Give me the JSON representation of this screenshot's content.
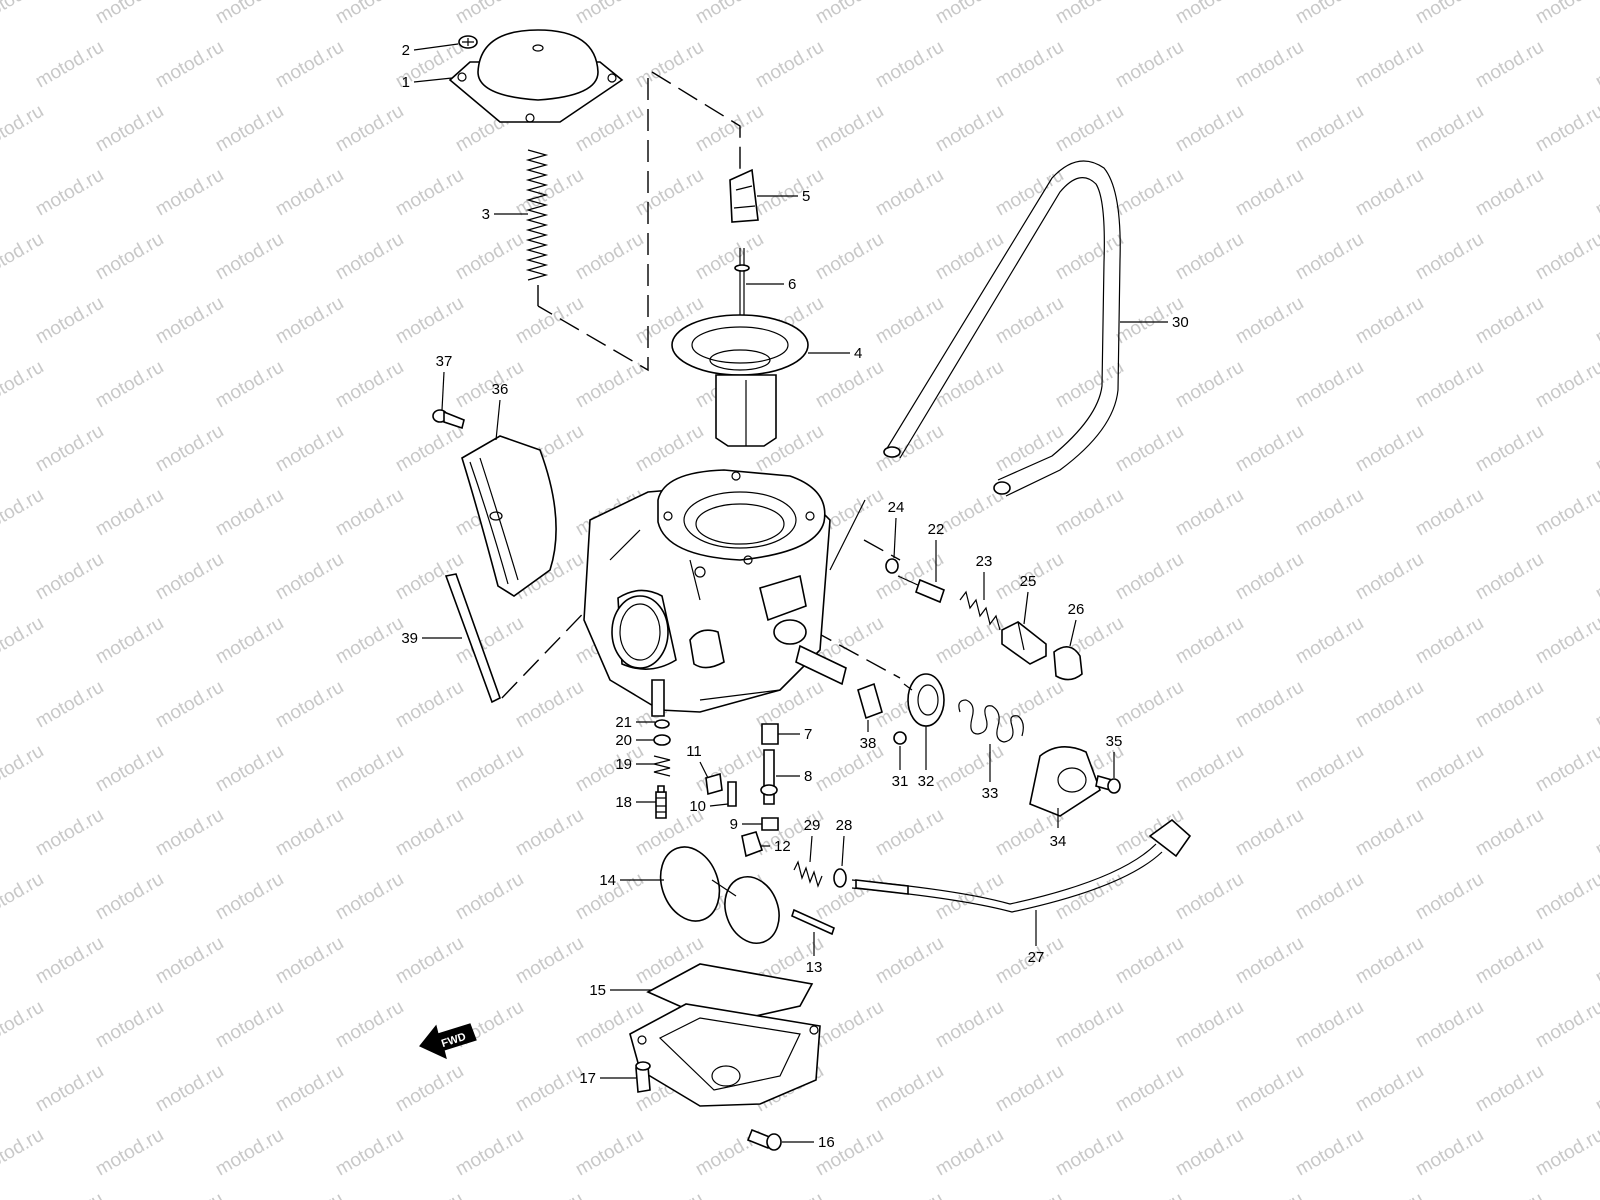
{
  "watermark": "motod.ru",
  "fwd_label": "FWD",
  "callouts": [
    {
      "id": "1",
      "label": "1"
    },
    {
      "id": "2",
      "label": "2"
    },
    {
      "id": "3",
      "label": "3"
    },
    {
      "id": "4",
      "label": "4"
    },
    {
      "id": "5",
      "label": "5"
    },
    {
      "id": "6",
      "label": "6"
    },
    {
      "id": "7",
      "label": "7"
    },
    {
      "id": "8",
      "label": "8"
    },
    {
      "id": "9",
      "label": "9"
    },
    {
      "id": "10",
      "label": "10"
    },
    {
      "id": "11",
      "label": "11"
    },
    {
      "id": "12",
      "label": "12"
    },
    {
      "id": "13",
      "label": "13"
    },
    {
      "id": "14",
      "label": "14"
    },
    {
      "id": "15",
      "label": "15"
    },
    {
      "id": "16",
      "label": "16"
    },
    {
      "id": "17",
      "label": "17"
    },
    {
      "id": "18",
      "label": "18"
    },
    {
      "id": "19",
      "label": "19"
    },
    {
      "id": "20",
      "label": "20"
    },
    {
      "id": "21",
      "label": "21"
    },
    {
      "id": "22",
      "label": "22"
    },
    {
      "id": "23",
      "label": "23"
    },
    {
      "id": "24",
      "label": "24"
    },
    {
      "id": "25",
      "label": "25"
    },
    {
      "id": "26",
      "label": "26"
    },
    {
      "id": "27",
      "label": "27"
    },
    {
      "id": "28",
      "label": "28"
    },
    {
      "id": "29",
      "label": "29"
    },
    {
      "id": "30",
      "label": "30"
    },
    {
      "id": "31",
      "label": "31"
    },
    {
      "id": "32",
      "label": "32"
    },
    {
      "id": "33",
      "label": "33"
    },
    {
      "id": "34",
      "label": "34"
    },
    {
      "id": "35",
      "label": "35"
    },
    {
      "id": "36",
      "label": "36"
    },
    {
      "id": "37",
      "label": "37"
    },
    {
      "id": "38",
      "label": "38"
    },
    {
      "id": "39",
      "label": "39"
    }
  ],
  "colors": {
    "line": "#000000",
    "background": "#ffffff",
    "watermark": "#c8c8c8"
  }
}
